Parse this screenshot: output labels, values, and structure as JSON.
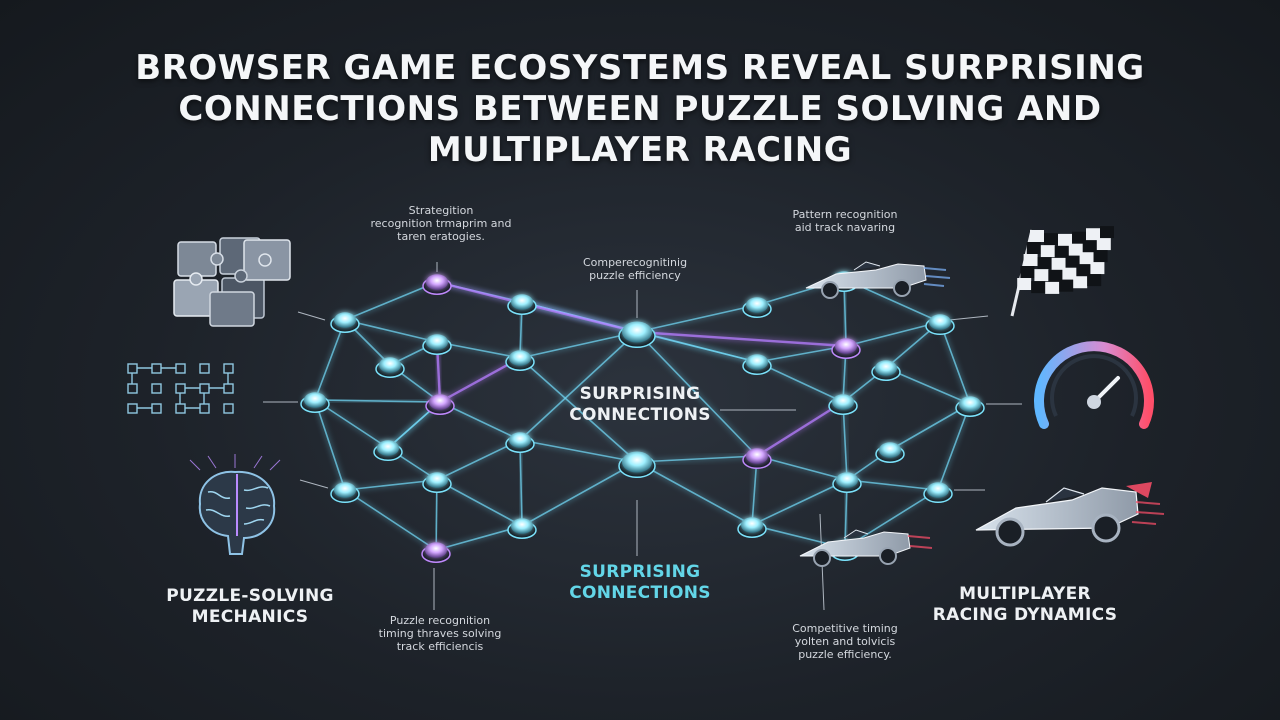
{
  "title": {
    "line1": "BROWSER GAME ECOSYSTEMS REVEAL SURPRISING",
    "line2": "CONNECTIONS BETWEEN PUZZLE SOLVING AND",
    "line3": "MULTIPLAYER RACING"
  },
  "labels": {
    "puzzle_mechanics": [
      "PUZZLE-SOLVING",
      "MECHANICS"
    ],
    "racing_dynamics": [
      "MULTIPLAYER",
      "RACING DYNAMICS"
    ],
    "center_top": [
      "SURPRISING",
      "CONNECTIONS"
    ],
    "center_bottom": [
      "SURPRISING",
      "CONNECTIONS"
    ]
  },
  "notes": {
    "top_left": [
      "Strategition",
      "recognition trmaprim and",
      "taren eratogies."
    ],
    "top_center": [
      "Comperecognitinig",
      "puzzle efficiency"
    ],
    "top_right": [
      "Pattern recognition",
      "aid track navaring"
    ],
    "bottom_left": [
      "Puzzle recognition",
      "timing thraves solving",
      "track efficiencis"
    ],
    "bottom_right": [
      "Competitive timing",
      "yolten and tolvicis",
      "puzzle efficiency."
    ]
  },
  "colors": {
    "node_cyan": "#7ee6ff",
    "node_purple": "#c28bff",
    "edge": "#6fd3f0",
    "edge_purple": "#b67cff",
    "racing_red": "#ff4f6a",
    "gauge_blue": "#5fb7ff"
  },
  "icons": {
    "puzzle": "puzzle-pieces-icon",
    "circuit": "circuit-grid-icon",
    "brain": "brain-icon",
    "flag": "checkered-flag-icon",
    "speedometer": "speedometer-icon",
    "racecar": "race-car-icon"
  }
}
